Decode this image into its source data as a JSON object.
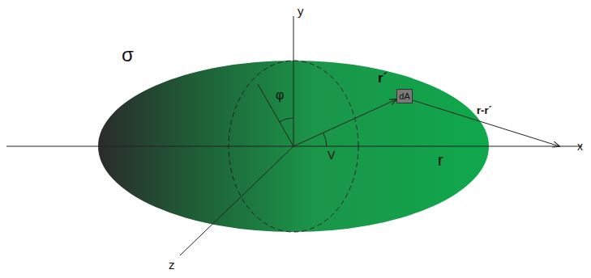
{
  "diagram": {
    "nodes": [
      {
        "text": [
          "dA"
        ]
      }
    ],
    "labels": [
      "y",
      "σ",
      "φ",
      "r´",
      "V",
      "r-r´",
      "r",
      "x",
      "z"
    ]
  }
}
